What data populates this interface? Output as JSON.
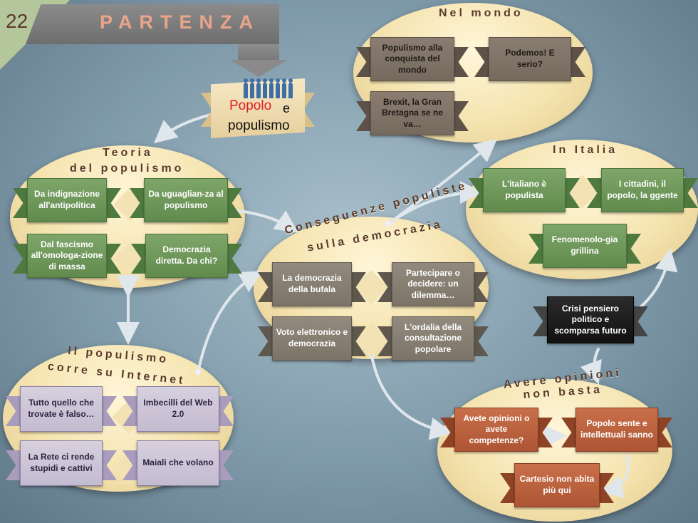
{
  "slide_number": "22",
  "title": "PARTENZA",
  "start": {
    "word_red": "Popolo",
    "word_e": "e",
    "word2": "populismo"
  },
  "clusters": {
    "teoria": {
      "title_line1": "Teoria",
      "title_line2": "del populismo",
      "items": [
        "Da indignazione all'antipolitica",
        "Da uguaglian-za al populismo",
        "Dal fascismo all'omologa-zione di massa",
        "Democrazia diretta. Da chi?"
      ]
    },
    "mondo": {
      "title": "Nel mondo",
      "items": [
        "Populismo alla conquista del mondo",
        "Podemos! E serio?",
        "Brexit, la Gran Bretagna se ne va…"
      ]
    },
    "italia": {
      "title": "In Italia",
      "items": [
        "L'italiano è populista",
        "I cittadini, il popolo, la ggente",
        "Fenomenolo-gia grillina"
      ]
    },
    "conseguenze": {
      "title_line1": "Conseguenze populiste",
      "title_line2": "sulla democrazia",
      "items": [
        "La democrazia della bufala",
        "Partecipare o decidere: un dilemma…",
        "Voto elettronico e democrazia",
        "L'ordalia della consultazione popolare"
      ]
    },
    "internet": {
      "title_line1": "Il populismo",
      "title_line2": "corre su Internet",
      "items": [
        "Tutto quello che trovate è falso…",
        "Imbecilli del Web 2.0",
        "La Rete ci rende stupidi e cattivi",
        "Maiali che volano"
      ]
    },
    "opinioni": {
      "title_line1": "Avere opinioni",
      "title_line2": "non basta",
      "items": [
        "Avete opinioni o avete competenze?",
        "Popolo sente e intellettuali sanno",
        "Cartesio non abita più qui"
      ]
    },
    "crisi": {
      "label": "Crisi pensiero politico e scomparsa futuro"
    }
  }
}
